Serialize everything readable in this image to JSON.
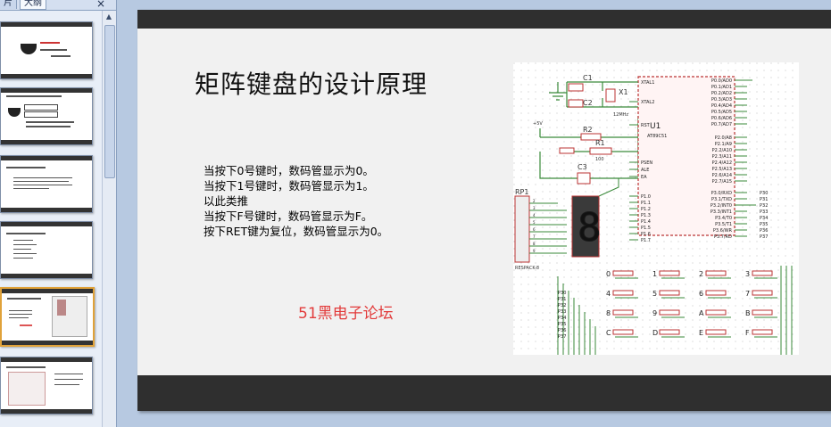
{
  "pane": {
    "tab_slides": "片",
    "tab_outline": "大纲",
    "close": "×",
    "thumbnail_count": 6,
    "selected_index": 4
  },
  "slide": {
    "title": "矩阵键盘的设计原理",
    "lines": [
      "当按下0号键时，数码管显示为0。",
      "当按下1号键时，数码管显示为1。",
      "以此类推",
      "当按下F号键时，数码管显示为F。",
      "按下RET键为复位，数码管显示为0。"
    ],
    "forum": "51黑电子论坛"
  },
  "schematic": {
    "chip_ref": "U1",
    "chip_part": "AT89C51",
    "left_pins": [
      "XTAL1",
      "XTAL2",
      "RST",
      "PSEN",
      "ALE",
      "EA",
      "P1.0",
      "P1.1",
      "P1.2",
      "P1.3",
      "P1.4",
      "P1.5",
      "P1.6",
      "P1.7"
    ],
    "right_pins_p0": [
      "P0.0/AD0",
      "P0.1/AD1",
      "P0.2/AD2",
      "P0.3/AD3",
      "P0.4/AD4",
      "P0.5/AD5",
      "P0.6/AD6",
      "P0.7/AD7"
    ],
    "right_pins_p2": [
      "P2.0/A8",
      "P2.1/A9",
      "P2.2/A10",
      "P2.3/A11",
      "P2.4/A12",
      "P2.5/A13",
      "P2.6/A14",
      "P2.7/A15"
    ],
    "right_pins_p3": [
      "P3.0/RXD",
      "P3.1/TXD",
      "P3.2/INT0",
      "P3.3/INT1",
      "P3.4/T0",
      "P3.5/T1",
      "P3.6/WR",
      "P3.7/RD"
    ],
    "port3_labels": [
      "P30",
      "P31",
      "P32",
      "P33",
      "P34",
      "P35",
      "P36",
      "P37"
    ],
    "labels": {
      "c1": "C1",
      "c2": "C2",
      "x1": "X1",
      "freq": "12MHz",
      "v5": "+5V",
      "r2": "R2",
      "r1": "R1",
      "r1v": "100",
      "c3": "C3",
      "rp1": "RP1",
      "rpack": "RESPACK-8"
    },
    "key_labels": [
      "0",
      "1",
      "2",
      "3",
      "4",
      "5",
      "6",
      "7",
      "8",
      "9",
      "A",
      "B",
      "C",
      "D",
      "E",
      "F"
    ],
    "seg_digit": "8"
  }
}
